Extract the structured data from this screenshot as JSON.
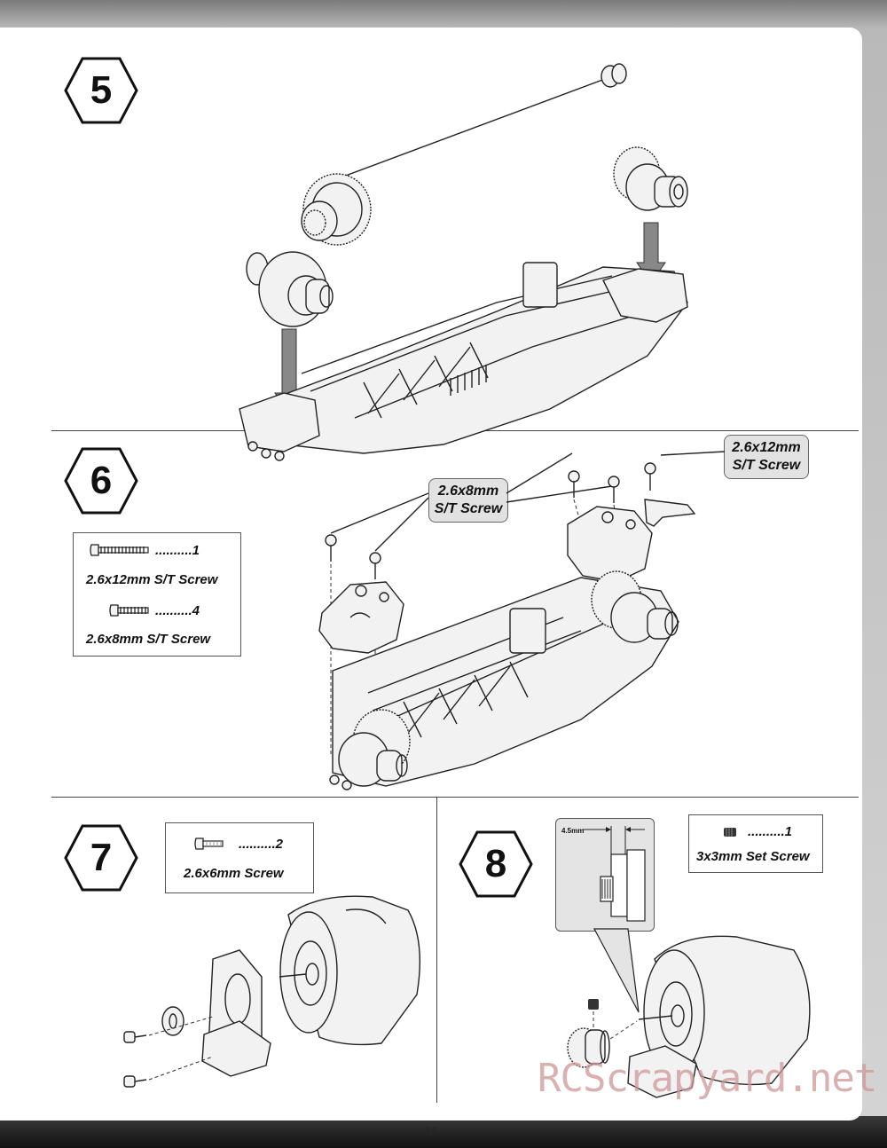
{
  "page_number": "11",
  "watermark": "RCScrapyard.net",
  "steps": [
    {
      "number": "5"
    },
    {
      "number": "6"
    },
    {
      "number": "7"
    },
    {
      "number": "8"
    }
  ],
  "step6": {
    "parts": [
      {
        "qty": "..........1",
        "name": "2.6x12mm S/T Screw"
      },
      {
        "qty": "..........4",
        "name": "2.6x8mm S/T Screw"
      }
    ],
    "callout_8mm": [
      "2.6x8mm",
      "S/T Screw"
    ],
    "callout_12mm": [
      "2.6x12mm",
      "S/T Screw"
    ]
  },
  "step7": {
    "parts": [
      {
        "qty": "..........2",
        "name": "2.6x6mm Screw"
      }
    ]
  },
  "step8": {
    "parts": [
      {
        "qty": "..........1",
        "name": "3x3mm Set Screw"
      }
    ],
    "dimension_label": "4.5mm"
  }
}
